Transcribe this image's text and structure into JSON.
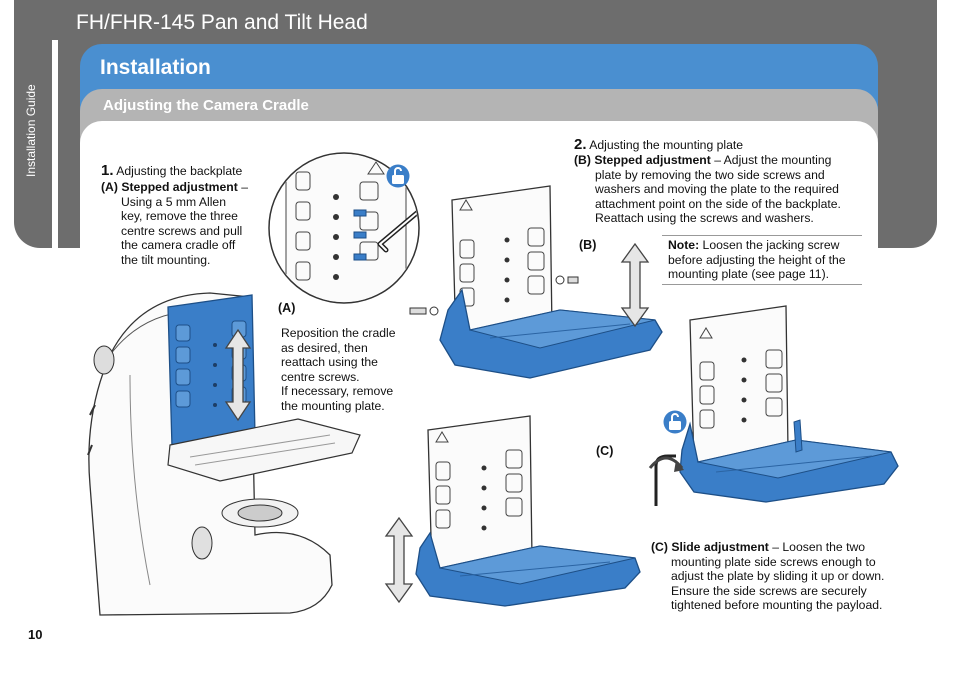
{
  "doc_title": "FH/FHR-145 Pan and Tilt Head",
  "sidebar_label": "Installation Guide",
  "section_title": "Installation",
  "subsection_title": "Adjusting the Camera Cradle",
  "step1": {
    "number": "1.",
    "heading": "Adjusting the backplate",
    "a_label": "(A)",
    "a_title": "Stepped adjustment",
    "a_dash": "–",
    "a_lines": [
      "Using a 5 mm Allen",
      "key, remove the three",
      "centre screws and pull",
      "the camera cradle off",
      "the tilt mounting."
    ]
  },
  "figure_a": {
    "label": "(A)",
    "lines": [
      "Reposition the cradle",
      "as desired, then",
      "reattach using the",
      "centre screws.",
      "If necessary, remove",
      "the mounting plate."
    ]
  },
  "step2": {
    "number": "2.",
    "heading": "Adjusting the mounting plate",
    "b_label": "(B)",
    "b_title": "Stepped adjustment",
    "b_first_rest": "– Adjust the mounting",
    "b_lines": [
      "plate by removing the two side screws and",
      "washers and moving the plate to the required",
      "attachment point on the side of the backplate.",
      "Reattach using the screws and washers."
    ]
  },
  "figure_b": {
    "label": "(B)"
  },
  "note": {
    "label": "Note:",
    "first_rest": "Loosen the jacking screw",
    "lines": [
      "before adjusting the height of the",
      "mounting plate (see page 11)."
    ]
  },
  "figure_c": {
    "label": "(C)"
  },
  "step_c": {
    "label": "(C)",
    "title": "Slide adjustment",
    "first_rest": "– Loosen the two",
    "lines": [
      "mounting plate side screws enough to",
      "adjust the plate by sliding it up or down.",
      "Ensure the side screws are securely",
      "tightened before mounting the payload."
    ]
  },
  "page_number": "10",
  "colors": {
    "header_gray": "#6d6d6d",
    "section_blue": "#4a8fd0",
    "subsection_gray": "#b4b4b4",
    "part_blue": "#3a7ec8"
  },
  "icons": [
    "unlock-icon",
    "unlock-icon",
    "allen-key-icon",
    "up-down-arrow-icon",
    "rotate-arrow-icon"
  ]
}
